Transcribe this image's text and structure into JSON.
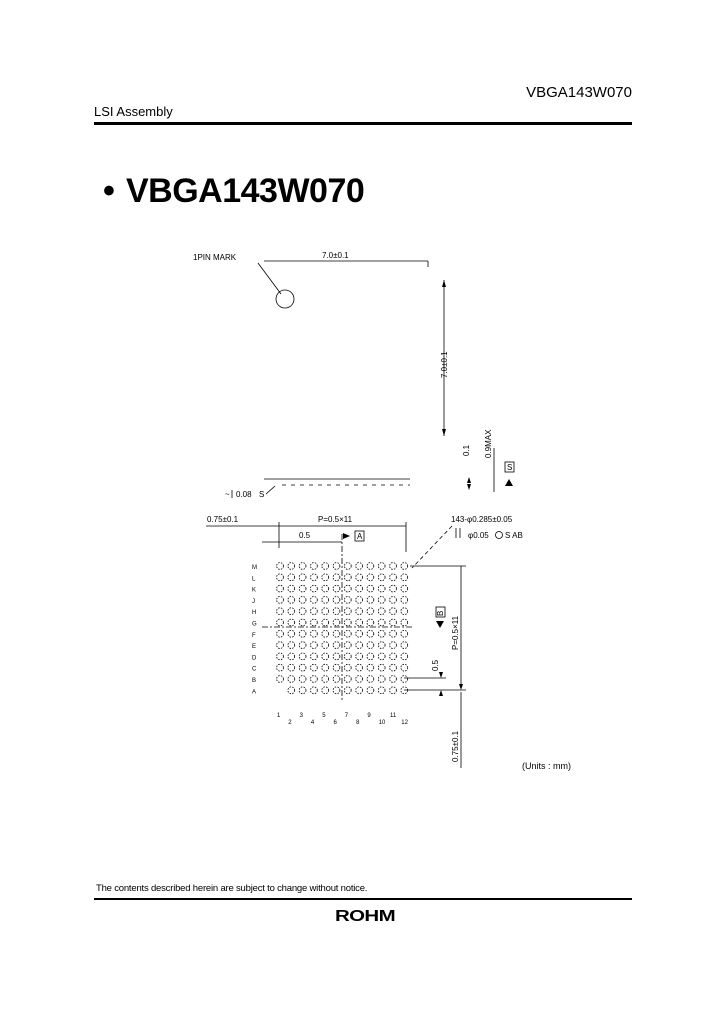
{
  "header": {
    "part_code": "VBGA143W070",
    "category": "LSI Assembly"
  },
  "title": {
    "bullet": "•",
    "text": "VBGA143W070"
  },
  "drawing": {
    "pin_mark_label": "1PIN  MARK",
    "top_width_dim": "7.0±0.1",
    "top_height_dim": "7.0±0.1",
    "height_max_dim": "0.9MAX",
    "standoff_dim": "0.1",
    "datum_s": "S",
    "flatness_tol": "0.08",
    "flatness_datum": "S",
    "left_edge_dim": "0.75±0.1",
    "pitch_x_dim": "P=0.5×11",
    "pitch_half_dim": "0.5",
    "datum_a": "A",
    "datum_b": "B",
    "ball_spec": "143-φ0.285±0.05",
    "position_tol": "φ0.05",
    "position_ref": "S AB",
    "pitch_y_dim": "P=0.5×11",
    "pitch_half_y_dim": "0.5",
    "bottom_edge_dim": "0.75±0.1",
    "row_labels": [
      "M",
      "L",
      "K",
      "J",
      "H",
      "G",
      "F",
      "E",
      "D",
      "C",
      "B",
      "A"
    ],
    "col_labels": [
      "1",
      "2",
      "3",
      "4",
      "5",
      "6",
      "7",
      "8",
      "9",
      "10",
      "11",
      "12"
    ]
  },
  "units_note": "(Units : mm)",
  "footer": {
    "notice": "The contents described herein are subject to change without notice.",
    "logo_text": "ROHM"
  },
  "colors": {
    "ink": "#000000",
    "paper": "#ffffff"
  }
}
